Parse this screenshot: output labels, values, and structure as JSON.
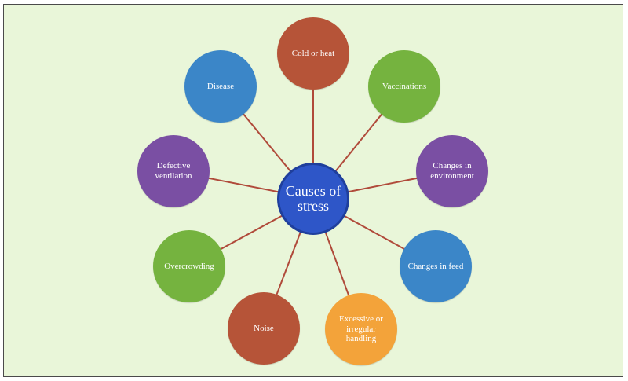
{
  "diagram": {
    "center": "Causes of stress",
    "causes": [
      {
        "label": "Cold or heat",
        "color": "#b65438"
      },
      {
        "label": "Vaccinations",
        "color": "#75b33f"
      },
      {
        "label": "Changes in environment",
        "color": "#7a4fa3"
      },
      {
        "label": "Changes in feed",
        "color": "#3b86c8"
      },
      {
        "label": "Excessive or irregular handling",
        "color": "#f3a33a"
      },
      {
        "label": "Noise",
        "color": "#b65438"
      },
      {
        "label": "Overcrowding",
        "color": "#75b33f"
      },
      {
        "label": "Defective ventilation",
        "color": "#7a4fa3"
      },
      {
        "label": "Disease",
        "color": "#3b86c8"
      }
    ]
  }
}
